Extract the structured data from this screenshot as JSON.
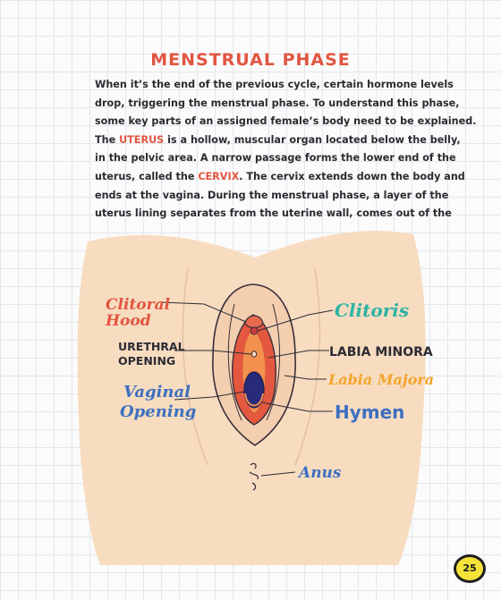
{
  "page": {
    "title": "MENSTRUAL PHASE",
    "body_lines": [
      [
        "When it’s the end of the previous cycle, certain hormone levels"
      ],
      [
        "drop, triggering the menstrual phase. To understand this phase,"
      ],
      [
        "some key parts of an assigned female’s body need to be explained."
      ],
      [
        "The ",
        "UTERUS",
        " is a hollow, muscular organ located below the belly,"
      ],
      [
        "in the pelvic area. A narrow passage forms the lower end of the"
      ],
      [
        "uterus, called the ",
        "CERVIX",
        ". The cervix extends down the body and"
      ],
      [
        "ends at the vagina. During the menstrual phase, a layer of the"
      ],
      [
        "uterus lining separates from the uterine wall, comes out of the"
      ]
    ],
    "page_number": "25"
  },
  "diagram": {
    "labels_left": {
      "clitoral_hood": [
        "Clitoral",
        "Hood"
      ],
      "urethral_opening": [
        "URETHRAL",
        "OPENING"
      ],
      "vaginal_opening": [
        "Vaginal",
        "Opening"
      ]
    },
    "labels_right": {
      "clitoris": "Clitoris",
      "labia_minora": "LABIA MINORA",
      "labia_majora": "Labia Majora",
      "hymen": "Hymen",
      "anus": "Anus"
    },
    "colors": {
      "skin": "#f7dcc0",
      "labia_outline": "#3a2f3a",
      "inner_red": "#e3583f",
      "inner_orange": "#f2914e",
      "vaginal_opening": "#2a2a7a",
      "label_red": "#e25540",
      "label_teal": "#2db3a5",
      "label_blue": "#3d6fc0",
      "label_orange": "#f4a32a",
      "label_dark": "#2b2b33"
    }
  }
}
